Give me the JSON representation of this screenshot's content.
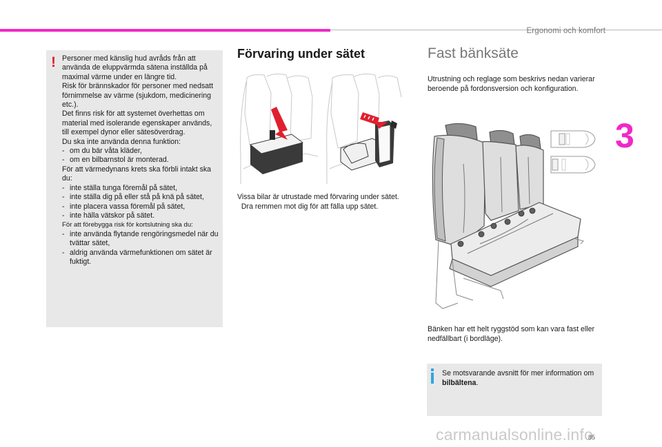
{
  "header": {
    "section_title": "Ergonomi och komfort",
    "chapter_number": "3",
    "accent_color": "#f028c8"
  },
  "warning": {
    "icon": "exclamation-icon",
    "icon_color": "#e0202d",
    "lines": [
      {
        "kind": "text",
        "text": "Personer med känslig hud avråds från att använda de eluppvärmda sätena inställda på maximal värme under en längre tid."
      },
      {
        "kind": "text",
        "text": "Risk för brännskador för personer med nedsatt förnimmelse av värme (sjukdom, medicinering etc.)."
      },
      {
        "kind": "text",
        "text": "Det finns risk för att systemet överhettas om material med isolerande egenskaper används, till exempel dynor eller sätesöverdrag."
      },
      {
        "kind": "text",
        "text": "Du ska inte använda denna funktion:"
      },
      {
        "kind": "item",
        "text": "om du bär våta kläder,"
      },
      {
        "kind": "item",
        "text": "om en bilbarnstol är monterad."
      },
      {
        "kind": "text",
        "text": "För att värmedynans krets ska förbli intakt ska du:"
      },
      {
        "kind": "item",
        "text": "inte ställa tunga föremål på sätet,"
      },
      {
        "kind": "item",
        "text": "inte ställa dig på eller stå på knä på sätet,"
      },
      {
        "kind": "item",
        "text": "inte placera vassa föremål på sätet,"
      },
      {
        "kind": "item",
        "text": "inte hälla vätskor på sätet."
      },
      {
        "kind": "small",
        "text": "För att förebygga risk för kortslutning ska du:"
      },
      {
        "kind": "item",
        "text": "inte använda flytande rengöringsmedel när du tvättar sätet,"
      },
      {
        "kind": "item",
        "text": "aldrig använda värmefunktionen om sätet är fuktigt."
      }
    ]
  },
  "storage": {
    "heading": "Förvaring under sätet",
    "intro": "Vissa bilar är utrustade med förvaring under sätet.",
    "step_marker": "",
    "step": "Dra remmen mot dig för att fälla upp sätet."
  },
  "bench": {
    "heading": "Fast bänksäte",
    "intro": "Utrustning och reglage som beskrivs nedan varierar beroende på fordonsversion och konfiguration.",
    "description": "Bänken har ett helt ryggstöd som kan vara fast eller nedfällbart (i bordläge)."
  },
  "info": {
    "icon": "info-icon",
    "icon_color": "#2fa6e0",
    "text_before": "Se motsvarande avsnitt för mer information om ",
    "text_bold": "bilbältena",
    "text_after": "."
  },
  "footer": {
    "page_number": "85",
    "watermark": "carmanualsonline.info"
  }
}
